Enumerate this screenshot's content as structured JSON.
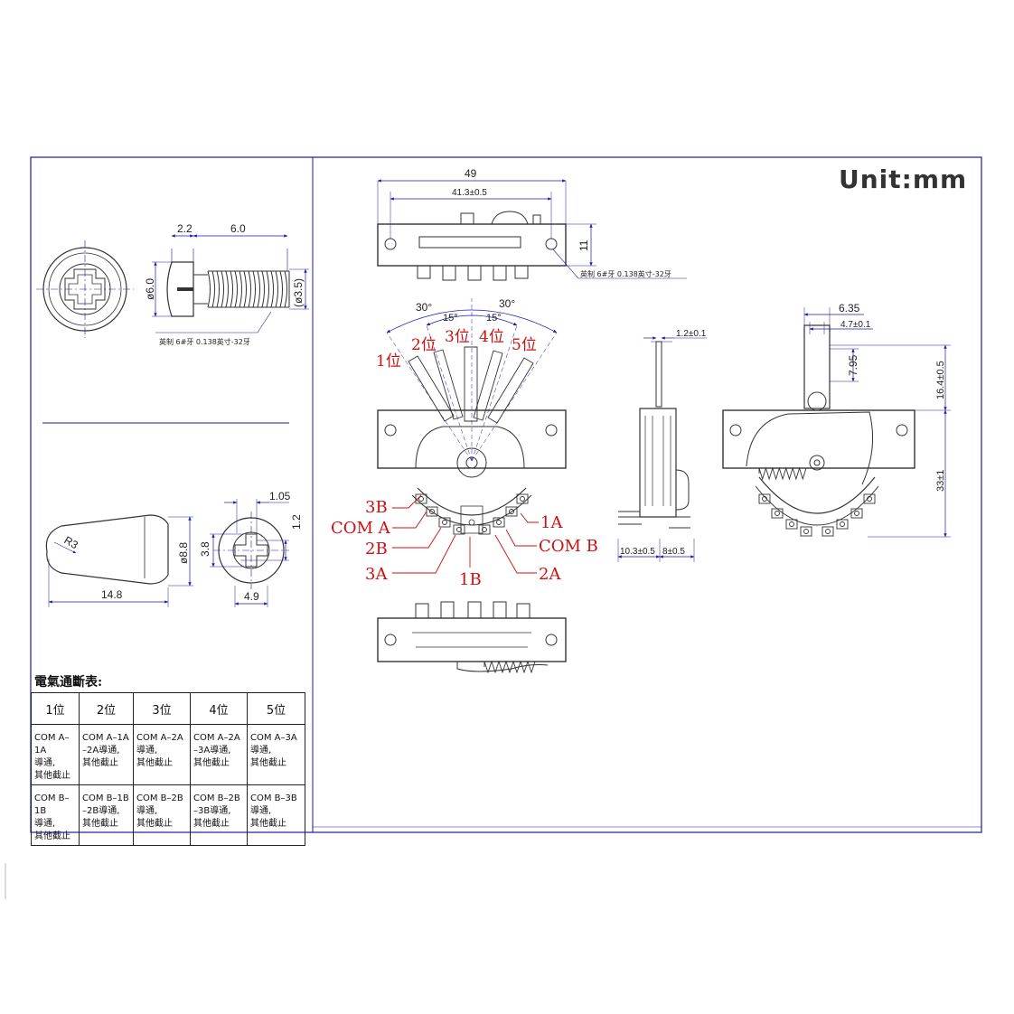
{
  "unit_label": "Unit:mm",
  "screw": {
    "dim_head": "2.2",
    "dim_thread": "6.0",
    "dim_head_dia": "ø6.0",
    "dim_thread_dia": "(ø3.5)",
    "note": "英制 6#牙 0.138英寸-32牙"
  },
  "knob": {
    "radius": "R3",
    "length": "14.8",
    "dia": "ø8.8",
    "slot_w": "3.8",
    "offset": "1.05",
    "depth": "1.2",
    "bottom": "4.9"
  },
  "top_view": {
    "width_overall": "49",
    "width_holes": "41.3±0.5",
    "height": "11",
    "note": "英制 6#牙 0.138英寸-32牙"
  },
  "angles": {
    "left": "30°",
    "right": "30°",
    "inner_left": "15°",
    "inner_right": "15°"
  },
  "positions": [
    "1位",
    "2位",
    "3位",
    "4位",
    "5位"
  ],
  "terminals": {
    "t3B": "3B",
    "comA": "COM A",
    "t2B": "2B",
    "t3A": "3A",
    "t1B": "1B",
    "t2A": "2A",
    "comB": "COM B",
    "t1A": "1A"
  },
  "side_view": {
    "lever_w": "1.2±0.1",
    "base_left": "10.3±0.5",
    "base_right": "8±0.5"
  },
  "right_view": {
    "w1": "6.35",
    "w2": "4.7±0.1",
    "h_lever": "7.95",
    "h_top": "16.4±0.5",
    "h_body": "33±1"
  },
  "table": {
    "title": "電氣通斷表:",
    "headers": [
      "1位",
      "2位",
      "3位",
      "4位",
      "5位"
    ],
    "row_a": [
      [
        "COM A–1A",
        "導通,",
        "其他截止"
      ],
      [
        "COM A–1A",
        "–2A導通,",
        "其他截止"
      ],
      [
        "COM A–2A",
        "導通,",
        "其他截止"
      ],
      [
        "COM A–2A",
        "–3A導通,",
        "其他截止"
      ],
      [
        "COM A–3A",
        "導通,",
        "其他截止"
      ]
    ],
    "row_b": [
      [
        "COM B–1B",
        "導通,",
        "其他截止"
      ],
      [
        "COM B–1B",
        "–2B導通,",
        "其他截止"
      ],
      [
        "COM B–2B",
        "導通,",
        "其他截止"
      ],
      [
        "COM B–2B",
        "–3B導通,",
        "其他截止"
      ],
      [
        "COM B–3B",
        "導通,",
        "其他截止"
      ]
    ]
  },
  "colors": {
    "frame": "#1a1aa0",
    "red": "#cc1111",
    "blue_dim": "#1a1ab0",
    "line": "#222222"
  }
}
